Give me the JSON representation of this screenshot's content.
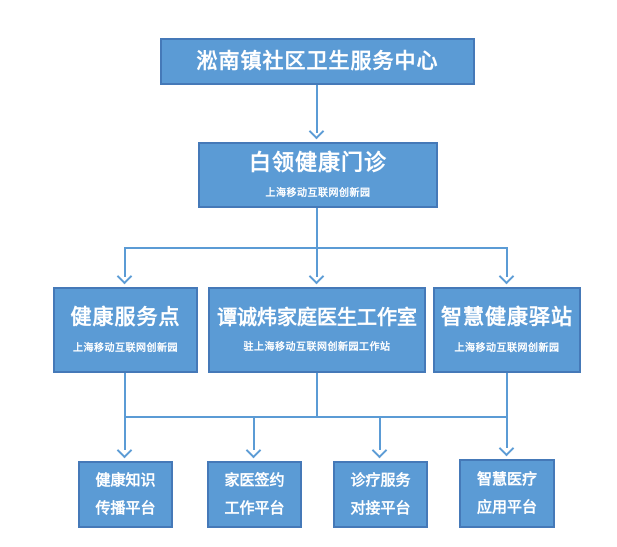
{
  "diagram": {
    "root": {
      "title": "淞南镇社区卫生服务中心"
    },
    "clinic": {
      "title": "白领健康门诊",
      "subtitle": "上海移动互联网创新园"
    },
    "level3": [
      {
        "title": "健康服务点",
        "subtitle": "上海移动互联网创新园"
      },
      {
        "title": "谭诚炜家庭医生工作室",
        "subtitle": "驻上海移动互联网创新园工作站"
      },
      {
        "title": "智慧健康驿站",
        "subtitle": "上海移动互联网创新园"
      }
    ],
    "platforms": [
      {
        "line1": "健康知识",
        "line2": "传播平台"
      },
      {
        "line1": "家医签约",
        "line2": "工作平台"
      },
      {
        "line1": "诊疗服务",
        "line2": "对接平台"
      },
      {
        "line1": "智慧医疗",
        "line2": "应用平台"
      }
    ],
    "colors": {
      "box_fill": "#5B9BD5",
      "box_border": "#4579B8",
      "connector": "#5B9BD5",
      "text": "#FFFFFF"
    }
  }
}
